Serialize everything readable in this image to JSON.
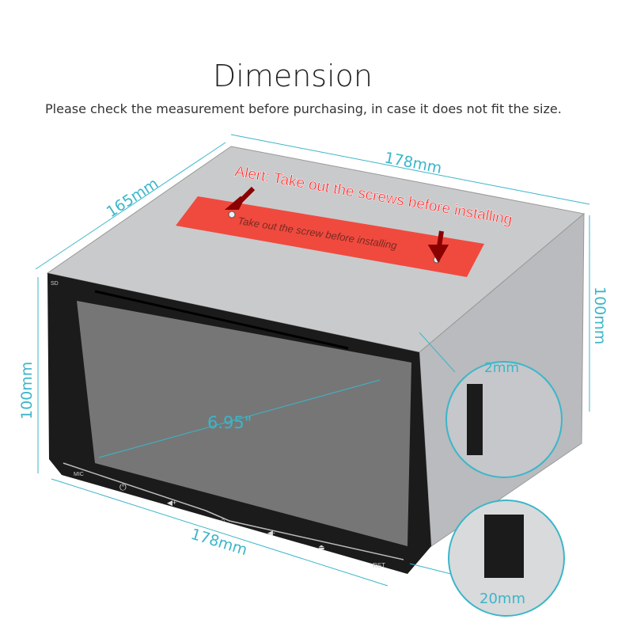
{
  "header": {
    "title": "Dimension",
    "subtitle": "Please check the measurement before purchasing, in case it does not fit the size."
  },
  "dimensions": {
    "top_width": "178mm",
    "depth": "165mm",
    "side_height": "100mm",
    "front_height": "100mm",
    "front_width": "178mm",
    "screen_diagonal": "6.95\"",
    "bracket_thickness": "2mm",
    "front_depth": "20mm"
  },
  "alert": {
    "text": "Alert: Take out the screws before installing",
    "sticker_text": "Take out the screw before installing"
  },
  "device_labels": {
    "sd": "SD",
    "mic": "MIC",
    "rst": "RST"
  },
  "colors": {
    "accent": "#3bb6c9",
    "alert": "#ff1a1a",
    "sticker": "#f04a3e"
  }
}
